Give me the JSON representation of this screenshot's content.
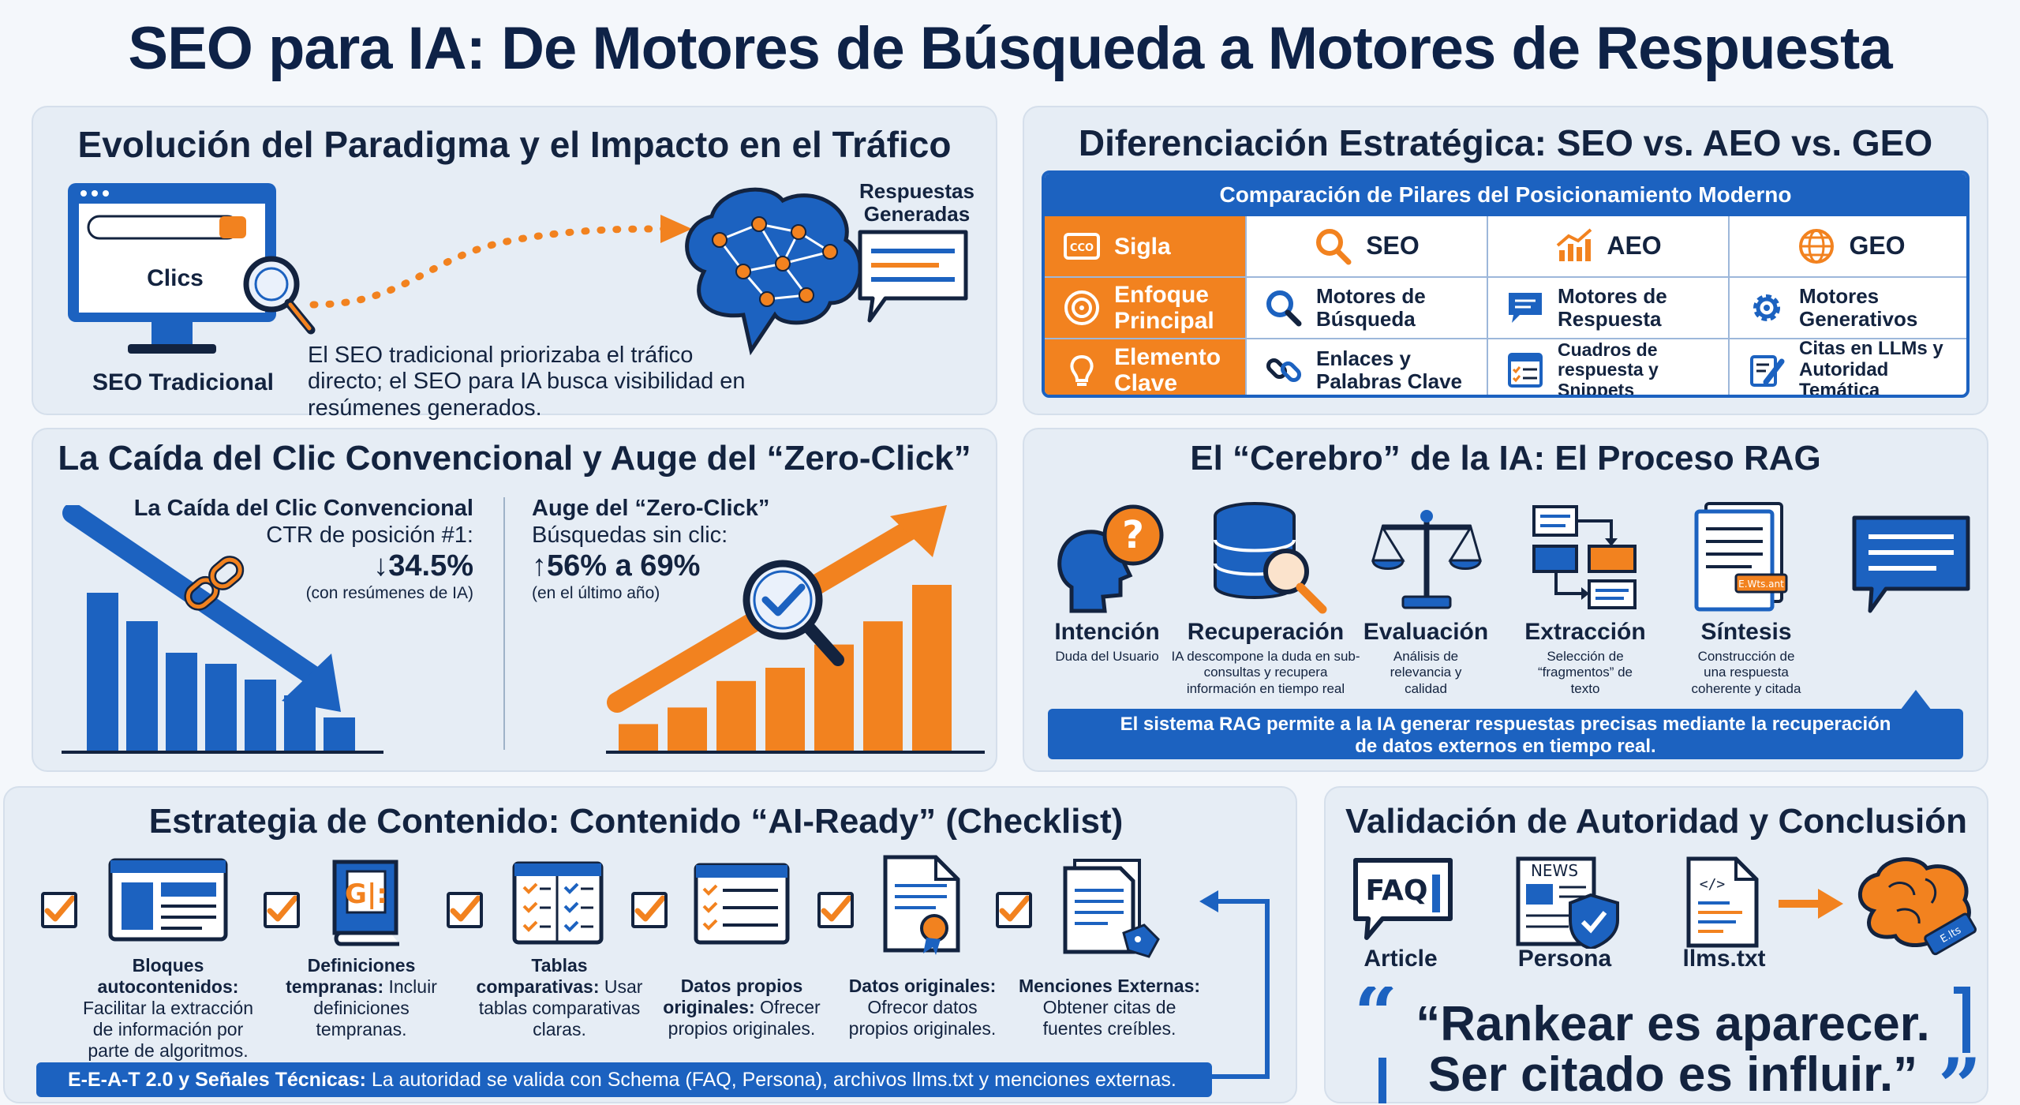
{
  "title": "SEO para IA: De Motores de Búsqueda a Motores de Respuesta",
  "evolution": {
    "title": "Evolución del Paradigma y el Impacto en el Tráfico",
    "clicks": "Clics",
    "seo_traditional": "SEO Tradicional",
    "generated_answers": "Respuestas Generadas",
    "text": "El SEO tradicional priorizaba el tráfico directo; el SEO para IA busca visibilidad en resúmenes generados."
  },
  "differentiation": {
    "title": "Diferenciación Estratégica: SEO vs. AEO vs. GEO",
    "table_title": "Comparación de Pilares del Posicionamiento Moderno",
    "rows": [
      {
        "label": "Sigla",
        "icon": "acronym-icon",
        "cells": [
          "SEO",
          "AEO",
          "GEO"
        ]
      },
      {
        "label": "Enfoque Principal",
        "icon": "target-icon",
        "cells": [
          "Motores de Búsqueda",
          "Motores de Respuesta",
          "Motores Generativos"
        ]
      },
      {
        "label": "Elemento Clave",
        "icon": "lightbulb-icon",
        "cells": [
          "Enlaces y Palabras Clave",
          "Cuadros de respuesta y Snippets",
          "Citas en LLMs y Autoridad Temática"
        ]
      }
    ]
  },
  "zero_click": {
    "title": "La Caída del Clic Convencional y Auge del “Zero-Click”",
    "left": {
      "heading": "La Caída del Clic Convencional",
      "metric": "CTR de posición #1:",
      "value": "↓34.5%",
      "note": "(con resúmenes de IA)"
    },
    "right": {
      "heading": "Auge del “Zero-Click”",
      "metric": "Búsquedas sin clic:",
      "value": "↑56% a 69%",
      "note": "(en el último año)"
    },
    "falling_bars": [
      1.0,
      0.82,
      0.62,
      0.55,
      0.45,
      0.35,
      0.21
    ],
    "rising_bars": [
      0.16,
      0.26,
      0.42,
      0.5,
      0.64,
      0.78,
      1.0
    ]
  },
  "rag": {
    "title": "El “Cerebro” de la IA: El Proceso RAG",
    "steps": [
      {
        "name": "Intención",
        "desc": "Duda del Usuario"
      },
      {
        "name": "Recuperación",
        "desc": "IA descompone la duda en sub-consultas y recupera información en tiempo real"
      },
      {
        "name": "Evaluación",
        "desc": "Análisis de relevancia y calidad"
      },
      {
        "name": "Extracción",
        "desc": "Selección de “fragmentos” de texto"
      },
      {
        "name": "Síntesis",
        "desc": "Construcción de una respuesta coherente y citada"
      }
    ],
    "doc_tag": "E.Wts.ant",
    "banner": "El sistema RAG permite a la IA generar respuestas precisas mediante la recuperación de datos externos en tiempo real."
  },
  "checklist": {
    "title": "Estrategia de Contenido: Contenido “AI-Ready” (Checklist)",
    "items": [
      {
        "bold": "Bloques autocontenidos:",
        "text": "Facilitar la extracción de información por parte de algoritmos."
      },
      {
        "bold": "Definiciones tempranas:",
        "text": "Incluir definiciones tempranas."
      },
      {
        "bold": "Tablas comparativas:",
        "text": "Usar tablas comparativas claras."
      },
      {
        "bold": "Datos propios originales:",
        "text": "Ofrecer propios originales."
      },
      {
        "bold": "Datos originales:",
        "text": "Ofrecor datos propios originales."
      },
      {
        "bold": "Menciones Externas:",
        "text": "Obtener citas de fuentes creíbles."
      }
    ],
    "book_letters": "G|:",
    "footer_bold": "E-E-A-T 2.0 y Señales Técnicas:",
    "footer_text": "La autoridad se valida con Schema (FAQ, Persona), archivos llms.txt y menciones externas."
  },
  "validation": {
    "title": "Validación de Autoridad y Conclusión",
    "faq_text": "FAQ",
    "news_text": "NEWS",
    "code_text": "</>",
    "brain_tag": "E.lts",
    "items": [
      "Article",
      "Persona",
      "llms.txt"
    ],
    "quote_line1": "“Rankear es aparecer.",
    "quote_line2": "Ser citado es influir.”"
  },
  "colors": {
    "blue": "#1c62c0",
    "orange": "#f2821f",
    "navy": "#13233f"
  }
}
